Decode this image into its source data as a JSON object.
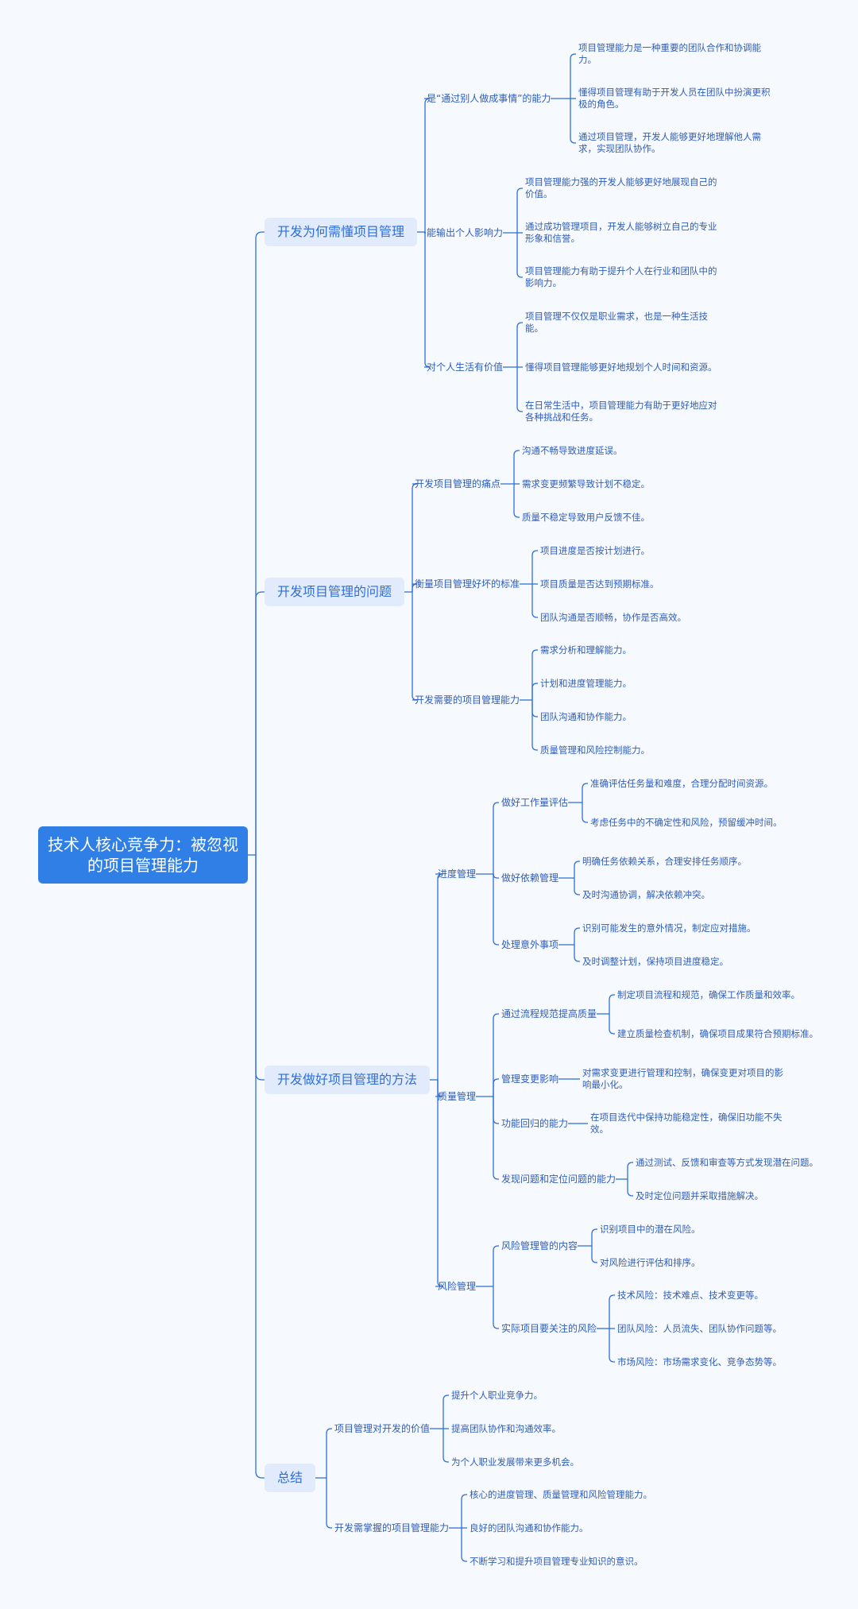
{
  "root": {
    "label": "技术人核心竞争力：被忽视的项目管理能力"
  },
  "branches": [
    {
      "label": "开发为何需懂项目管理",
      "children": [
        {
          "label": "是“通过别人做成事情”的能力",
          "children": [
            {
              "label": "项目管理能力是一种重要的团队合作和协调能力。"
            },
            {
              "label": "懂得项目管理有助于开发人员在团队中扮演更积极的角色。"
            },
            {
              "label": "通过项目管理，开发人能够更好地理解他人需求，实现团队协作。"
            }
          ]
        },
        {
          "label": "能输出个人影响力",
          "children": [
            {
              "label": "项目管理能力强的开发人能够更好地展现自己的价值。"
            },
            {
              "label": "通过成功管理项目，开发人能够树立自己的专业形象和信誉。"
            },
            {
              "label": "项目管理能力有助于提升个人在行业和团队中的影响力。"
            }
          ]
        },
        {
          "label": "对个人生活有价值",
          "children": [
            {
              "label": "项目管理不仅仅是职业需求，也是一种生活技能。"
            },
            {
              "label": "懂得项目管理能够更好地规划个人时间和资源。"
            },
            {
              "label": "在日常生活中，项目管理能力有助于更好地应对各种挑战和任务。"
            }
          ]
        }
      ]
    },
    {
      "label": "开发项目管理的问题",
      "children": [
        {
          "label": "开发项目管理的痛点",
          "children": [
            {
              "label": "沟通不畅导致进度延误。"
            },
            {
              "label": "需求变更频繁导致计划不稳定。"
            },
            {
              "label": "质量不稳定导致用户反馈不佳。"
            }
          ]
        },
        {
          "label": "衡量项目管理好坏的标准",
          "children": [
            {
              "label": "项目进度是否按计划进行。"
            },
            {
              "label": "项目质量是否达到预期标准。"
            },
            {
              "label": "团队沟通是否顺畅，协作是否高效。"
            }
          ]
        },
        {
          "label": "开发需要的项目管理能力",
          "children": [
            {
              "label": "需求分析和理解能力。"
            },
            {
              "label": "计划和进度管理能力。"
            },
            {
              "label": "团队沟通和协作能力。"
            },
            {
              "label": "质量管理和风险控制能力。"
            }
          ]
        }
      ]
    },
    {
      "label": "开发做好项目管理的方法",
      "children": [
        {
          "label": "进度管理",
          "children": [
            {
              "label": "做好工作量评估",
              "children": [
                {
                  "label": "准确评估任务量和难度，合理分配时间资源。"
                },
                {
                  "label": "考虑任务中的不确定性和风险，预留缓冲时间。"
                }
              ]
            },
            {
              "label": "做好依赖管理",
              "children": [
                {
                  "label": "明确任务依赖关系，合理安排任务顺序。"
                },
                {
                  "label": "及时沟通协调，解决依赖冲突。"
                }
              ]
            },
            {
              "label": "处理意外事项",
              "children": [
                {
                  "label": "识别可能发生的意外情况，制定应对措施。"
                },
                {
                  "label": "及时调整计划，保持项目进度稳定。"
                }
              ]
            }
          ]
        },
        {
          "label": "质量管理",
          "children": [
            {
              "label": "通过流程规范提高质量",
              "children": [
                {
                  "label": "制定项目流程和规范，确保工作质量和效率。"
                },
                {
                  "label": "建立质量检查机制，确保项目成果符合预期标准。"
                }
              ]
            },
            {
              "label": "管理变更影响",
              "children": [
                {
                  "label": "对需求变更进行管理和控制，确保变更对项目的影响最小化。"
                }
              ]
            },
            {
              "label": "功能回归的能力",
              "children": [
                {
                  "label": "在项目迭代中保持功能稳定性，确保旧功能不失效。"
                }
              ]
            },
            {
              "label": "发现问题和定位问题的能力",
              "children": [
                {
                  "label": "通过测试、反馈和审查等方式发现潜在问题。"
                },
                {
                  "label": "及时定位问题并采取措施解决。"
                }
              ]
            }
          ]
        },
        {
          "label": "风险管理",
          "children": [
            {
              "label": "风险管理管的内容",
              "children": [
                {
                  "label": "识别项目中的潜在风险。"
                },
                {
                  "label": "对风险进行评估和排序。"
                }
              ]
            },
            {
              "label": "实际项目要关注的风险",
              "children": [
                {
                  "label": "技术风险：技术难点、技术变更等。"
                },
                {
                  "label": "团队风险：人员流失、团队协作问题等。"
                },
                {
                  "label": "市场风险：市场需求变化、竞争态势等。"
                }
              ]
            }
          ]
        }
      ]
    },
    {
      "label": "总结",
      "children": [
        {
          "label": "项目管理对开发的价值",
          "children": [
            {
              "label": "提升个人职业竞争力。"
            },
            {
              "label": "提高团队协作和沟通效率。"
            },
            {
              "label": "为个人职业发展带来更多机会。"
            }
          ]
        },
        {
          "label": "开发需掌握的项目管理能力",
          "children": [
            {
              "label": "核心的进度管理、质量管理和风险管理能力。"
            },
            {
              "label": "良好的团队沟通和协作能力。"
            },
            {
              "label": "不断学习和提升项目管理专业知识的意识。"
            }
          ]
        }
      ]
    }
  ],
  "colors": {
    "background": "#f6f9fe",
    "root_fill": "#2f7fe6",
    "branch_fill": "#e2ebfb",
    "line": "#2f6fd6",
    "text": "#2f5db8"
  }
}
